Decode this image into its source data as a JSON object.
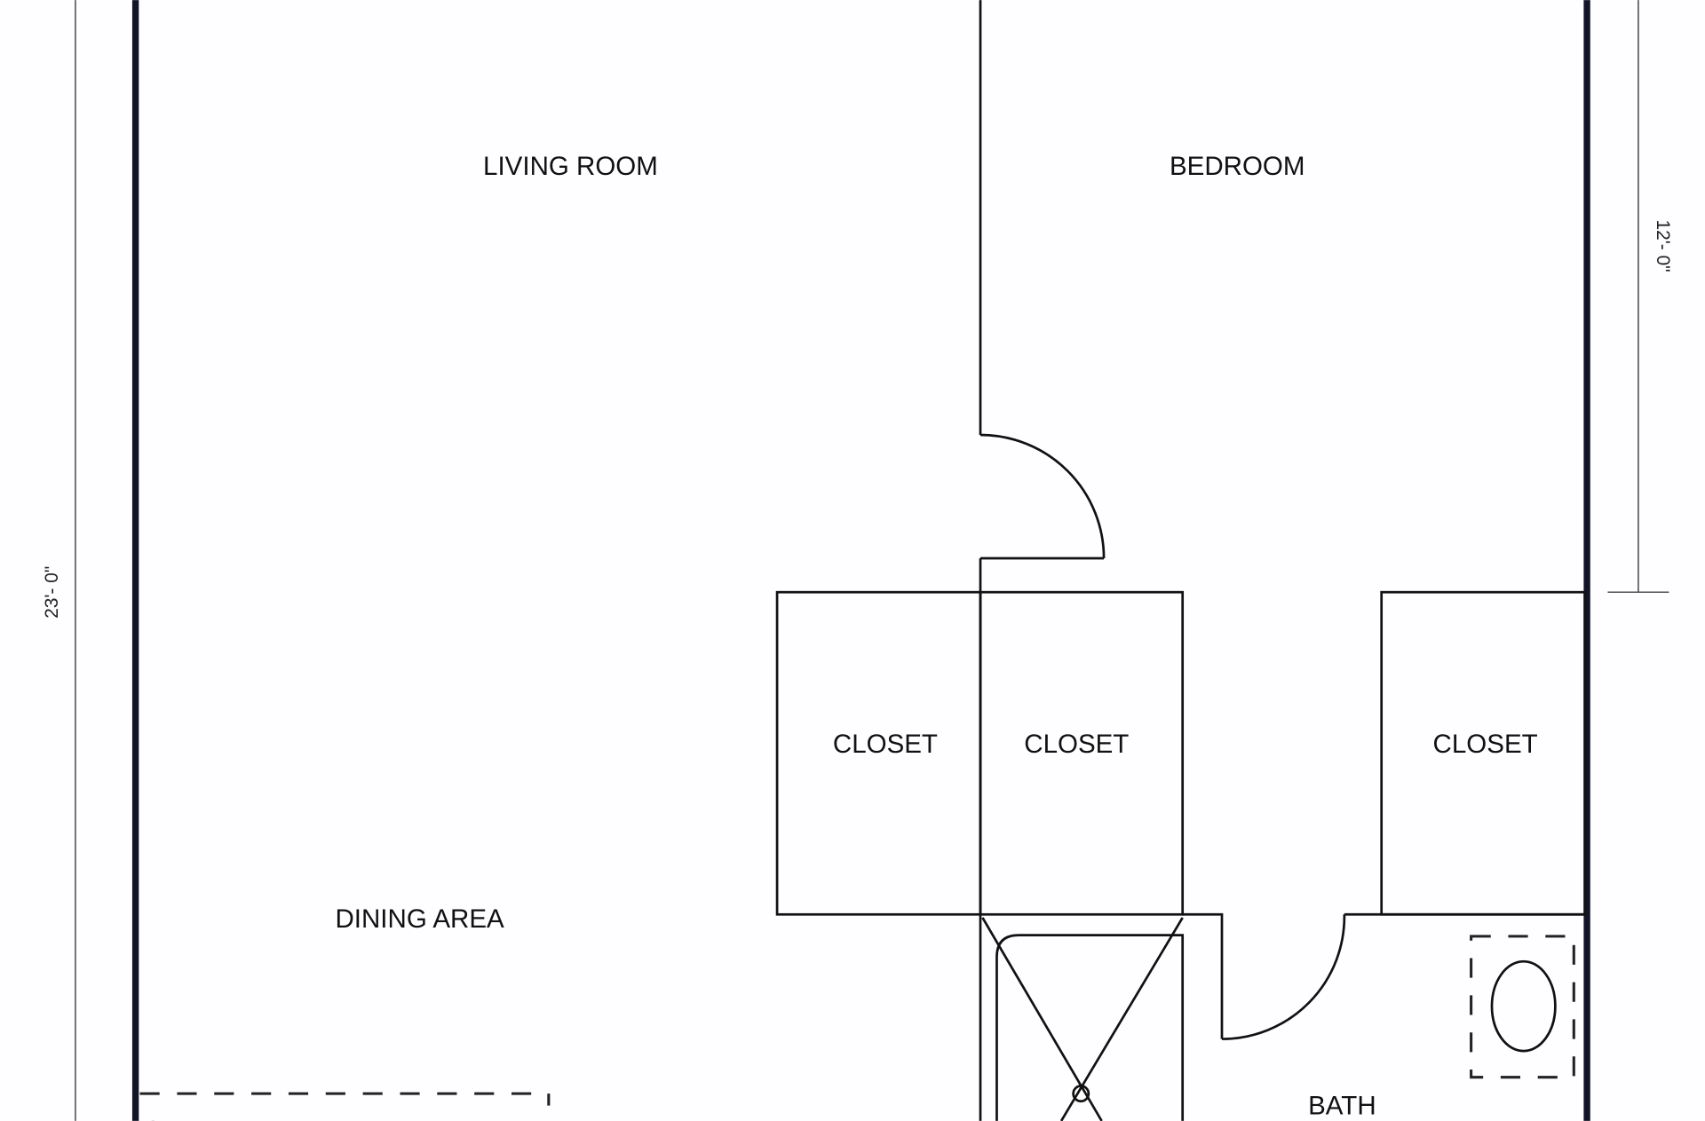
{
  "rooms": {
    "living_room": "LIVING ROOM",
    "bedroom": "BEDROOM",
    "closet_1": "CLOSET",
    "closet_2": "CLOSET",
    "closet_3": "CLOSET",
    "dining_area": "DINING AREA",
    "bath": "BATH"
  },
  "dimensions": {
    "overall_length": "23'- 0\"",
    "bedroom_length": "12'- 0\""
  }
}
